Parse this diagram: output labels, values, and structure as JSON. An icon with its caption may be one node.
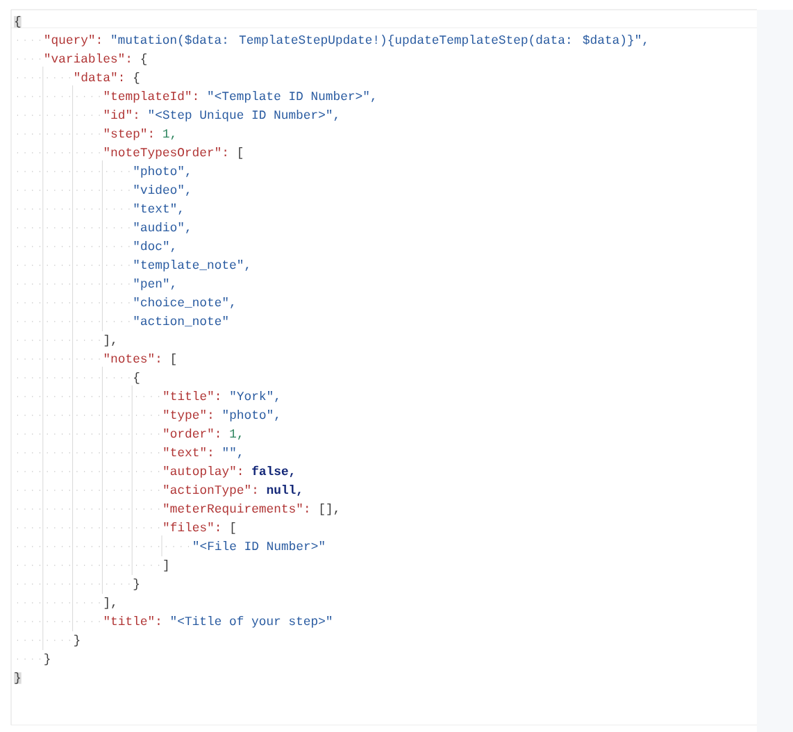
{
  "diagram": {
    "labels": [
      "{",
      "\"query\":",
      "\"mutation($data: TemplateStepUpdate!){updateTemplateStep(data: $data)}\",",
      "\"variables\":",
      "{",
      "\"data\":",
      "{",
      "\"templateId\":",
      "\"<Template ID Number>\",",
      "\"id\":",
      "\"<Step Unique ID Number>\",",
      "\"step\":",
      "1,",
      "\"noteTypesOrder\":",
      "[",
      "\"photo\",",
      "\"video\",",
      "\"text\",",
      "\"audio\",",
      "\"doc\",",
      "\"template_note\",",
      "\"pen\",",
      "\"choice_note\",",
      "\"action_note\"",
      "],",
      "\"notes\":",
      "[",
      "{",
      "\"title\":",
      "\"York\",",
      "\"type\":",
      "\"photo\",",
      "\"order\":",
      "1,",
      "\"text\":",
      "\"\",",
      "\"autoplay\":",
      "false,",
      "\"actionType\":",
      "null,",
      "\"meterRequirements\":",
      "[],",
      "\"files\":",
      "[",
      "\"<File ID Number>\"",
      "]",
      "}",
      "],",
      "\"title\":",
      "\"<Title of your step>\"",
      "}",
      "}",
      "}"
    ]
  }
}
